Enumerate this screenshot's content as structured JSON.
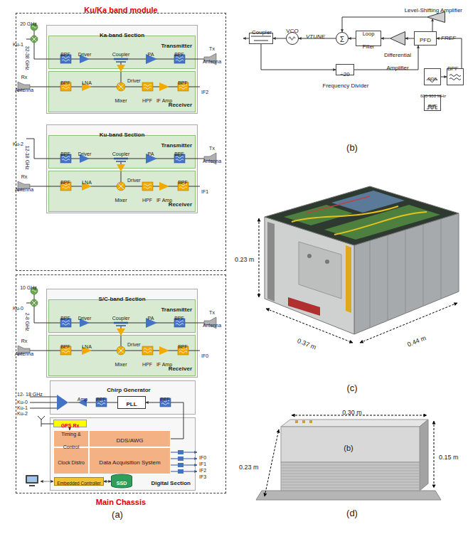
{
  "diagram": {
    "nodes": [
      {
        "text": [
          "Ku/Ka band module"
        ]
      },
      {
        "text": [
          "Ka-band Section"
        ],
        "in": 0
      },
      {
        "text": [
          "Transmitter"
        ],
        "in": 1
      },
      {
        "text": [
          "Receiver"
        ],
        "in": 1
      },
      {
        "text": [
          "Ku-band Section"
        ],
        "in": 0
      },
      {
        "text": [
          "Transmitter"
        ],
        "in": 4
      },
      {
        "text": [
          "Receiver"
        ],
        "in": 4
      },
      {
        "text": [
          "Main Chassis"
        ]
      },
      {
        "text": [
          "S/C-band Section"
        ],
        "in": 7
      },
      {
        "text": [
          "Transmitter"
        ],
        "in": 8
      },
      {
        "text": [
          "Receiver"
        ],
        "in": 8
      },
      {
        "text": [
          "Chirp Generator"
        ],
        "in": 7
      },
      {
        "text": [
          "PLL"
        ],
        "in": 11
      },
      {
        "text": [
          "Digital Section"
        ],
        "in": 7
      },
      {
        "text": [
          "GPS Rx"
        ],
        "in": 13
      },
      {
        "text": [
          "Timing & Control"
        ],
        "in": 13
      },
      {
        "text": [
          "DDS/AWG"
        ],
        "in": 13
      },
      {
        "text": [
          "Clock Distro"
        ],
        "in": 13
      },
      {
        "text": [
          "Data Acquisition System"
        ],
        "in": 13
      },
      {
        "text": [
          "Embedded Controller"
        ],
        "in": 13
      },
      {
        "text": [
          "SSD"
        ],
        "in": 13
      },
      {
        "text": [
          "Level-Shifting Amplifier"
        ]
      },
      {
        "text": [
          "Coupler"
        ]
      },
      {
        "text": [
          "VCO"
        ]
      },
      {
        "text": [
          "Σ"
        ]
      },
      {
        "text": [
          "Loop Filter"
        ]
      },
      {
        "text": [
          "Differential Amplifier"
        ]
      },
      {
        "text": [
          "PFD"
        ]
      },
      {
        "text": [
          "÷20",
          "Frequency Divider"
        ]
      },
      {
        "text": [
          "DDS",
          "600-900 MHz"
        ]
      },
      {
        "text": [
          "BPF"
        ]
      },
      {
        "text": [
          "AWG"
        ]
      }
    ],
    "edges": [
      {
        "from": 14,
        "to": 15,
        "arrow": "to"
      },
      {
        "from": 19,
        "to": 20,
        "arrow": "both"
      },
      {
        "from": 16,
        "to": 12,
        "arrow": "to"
      },
      {
        "from": 23,
        "to": 22,
        "arrow": "to"
      },
      {
        "from": 24,
        "to": 23,
        "arrow": "to",
        "label": "VTUNE"
      },
      {
        "from": 25,
        "to": 24,
        "arrow": "to"
      },
      {
        "from": 26,
        "to": 25,
        "arrow": "to"
      },
      {
        "from": 27,
        "to": 26,
        "arrow": "to"
      },
      {
        "from": 27,
        "to": 21,
        "arrow": "to"
      },
      {
        "from": 21,
        "to": 24,
        "arrow": "to"
      },
      {
        "from": 22,
        "to": 28,
        "arrow": "to"
      },
      {
        "from": 28,
        "to": 27,
        "arrow": "to"
      },
      {
        "from": 29,
        "to": 30,
        "arrow": "to"
      },
      {
        "from": 30,
        "to": 27,
        "arrow": "to",
        "label": "FREF"
      }
    ],
    "labels": [
      "20 GHz",
      "Ku-1",
      "32-38 GHz",
      "BPF",
      "Driver",
      "Coupler",
      "PA",
      "BPF",
      "Tx Antenna",
      "Rx Antenna",
      "BPF",
      "LNA",
      "Driver",
      "Mixer",
      "HPF",
      "IF Amp",
      "BPF",
      "IF2",
      "Ku-2",
      "12-18 GHz",
      "BPF",
      "Driver",
      "Coupler",
      "PA",
      "BPF",
      "Tx Antenna",
      "Rx Antenna",
      "BPF",
      "LNA",
      "Driver",
      "Mixer",
      "HPF",
      "IF Amp",
      "BPF",
      "IF1",
      "10 GHz",
      "Ku-0",
      "2-8 GHz",
      "BPF",
      "Driver",
      "Coupler",
      "PA",
      "BPF",
      "Tx Antenna",
      "Rx Antenna",
      "BPF",
      "LNA",
      "Driver",
      "Mixer",
      "HPF",
      "IF Amp",
      "BPF",
      "IF0",
      "12- 18 GHz",
      "Ku-0",
      "Ku-1",
      "Ku-2",
      "Amp",
      "BPF",
      "BPF",
      "IF0",
      "IF1",
      "IF2",
      "IF3",
      "(a)",
      "(b)",
      "0.23 m",
      "0.37 m",
      "0.44 m",
      "(c)",
      "0.30 m",
      "0.15 m",
      "0.23 m",
      "(b)",
      "(d)"
    ]
  }
}
